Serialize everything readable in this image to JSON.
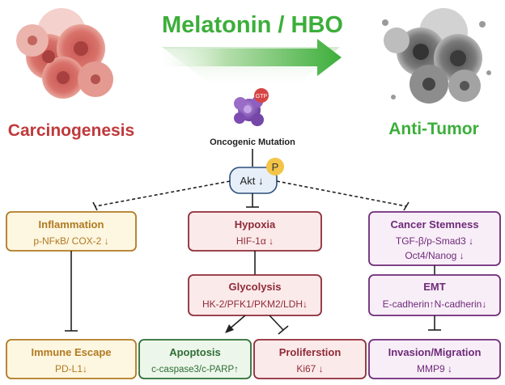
{
  "colors": {
    "red": "#c0393b",
    "green": "#3cae3a",
    "olive": "#b07a22",
    "maroon": "#8f2a38",
    "purple": "#6e2a78",
    "darkgreen": "#2d6e36"
  },
  "header": {
    "treatment": "Melatonin / HBO",
    "left_label": "Carcinogenesis",
    "right_label": "Anti-Tumor"
  },
  "mutation": {
    "gtp_label": "GTP",
    "label": "Oncogenic Mutation"
  },
  "akt": {
    "label": "Akt ↓",
    "phospho": "P"
  },
  "boxes": {
    "inflammation": {
      "title": "Inflammation",
      "line1": "p-NFκB/ COX-2 ↓"
    },
    "hypoxia": {
      "title": "Hypoxia",
      "line1": "HIF-1α ↓"
    },
    "stemness": {
      "title": "Cancer Stemness",
      "line1": "TGF-β/p-Smad3 ↓",
      "line2": "Oct4/Nanog ↓"
    },
    "glycolysis": {
      "title": "Glycolysis",
      "line1": "HK-2/PFK1/PKM2/LDH↓"
    },
    "emt": {
      "title": "EMT",
      "line1": "E-cadherin↑N-cadherin↓"
    },
    "immune": {
      "title": "Immune Escape",
      "line1": "PD-L1↓"
    },
    "apoptosis": {
      "title": "Apoptosis",
      "line1": "c-caspase3/c-PARP↑"
    },
    "proliferation": {
      "title": "Proliferstion",
      "line1": "Ki67 ↓"
    },
    "invasion": {
      "title": "Invasion/Migration",
      "line1": "MMP9 ↓"
    }
  }
}
